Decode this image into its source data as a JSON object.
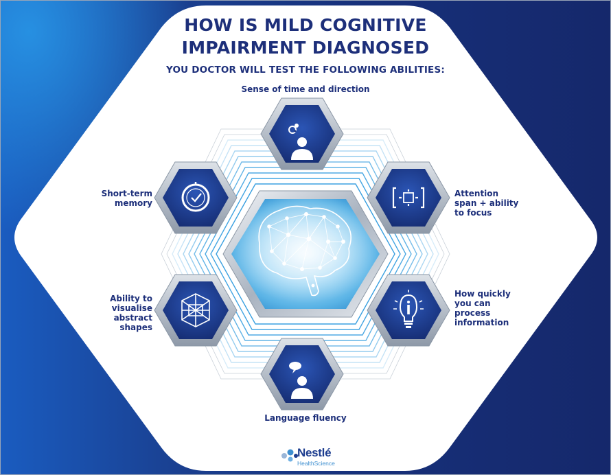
{
  "title": {
    "line1": "HOW IS MILD COGNITIVE",
    "line2": "IMPAIRMENT DIAGNOSED"
  },
  "subtitle": "YOU DOCTOR WILL TEST THE FOLLOWING ABILITIES:",
  "abilities": {
    "top": {
      "label": "Sense of time and direction",
      "icon": "person-thinking-gears-icon"
    },
    "upper_left": {
      "line1": "Short-term",
      "line2": "memory",
      "icon": "clock-icon"
    },
    "upper_right": {
      "line1": "Attention",
      "line2": "span + ability",
      "line3": "to focus",
      "icon": "focus-target-icon"
    },
    "lower_left": {
      "line1": "Ability to",
      "line2": "visualise",
      "line3": "abstract",
      "line4": "shapes",
      "icon": "abstract-cube-icon"
    },
    "lower_right": {
      "line1": "How quickly",
      "line2": "you can",
      "line3": "process",
      "line4": "information",
      "icon": "lightbulb-info-icon"
    },
    "bottom": {
      "label": "Language fluency",
      "icon": "person-speech-icon"
    }
  },
  "center_icon": "brain-network-icon",
  "logo": {
    "brand": "Nestlé",
    "sub": "HealthScience"
  },
  "colors": {
    "navy": "#1d2f7a",
    "blue_bg": "#17307a",
    "accent_light": "#3aa0e0",
    "silver": "#c4ccd6"
  }
}
